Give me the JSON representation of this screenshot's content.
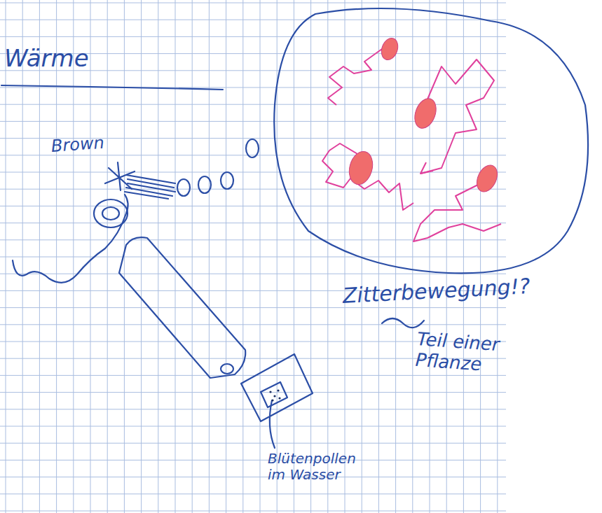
{
  "diagram": {
    "title": "Wärme",
    "labels": [
      "Brown",
      "Zitterbewegung!?",
      "Teil einer Pflanze",
      "Blütenpollen im Wasser"
    ]
  }
}
